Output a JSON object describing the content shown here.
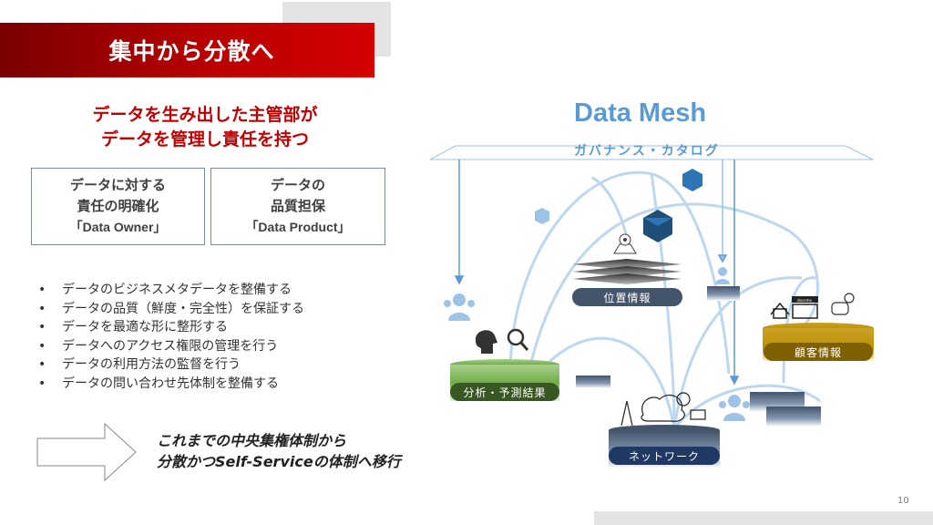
{
  "slide": {
    "title": "集中から分散へ",
    "page_number": "10"
  },
  "left": {
    "lead_line1": "データを生み出した主管部が",
    "lead_line2": "データを管理し責任を持つ",
    "boxes": [
      {
        "line1": "データに対する",
        "line2": "責任の明確化",
        "line3": "「Data Owner」"
      },
      {
        "line1": "データの",
        "line2": "品質担保",
        "line3": "「Data Product」"
      }
    ],
    "bullet_glyph": "•",
    "bullets": [
      "データのビジネスメタデータを整備する",
      "データの品質（鮮度・完全性）を保証する",
      "データを最適な形に整形する",
      "データへのアクセス権限の管理を行う",
      "データの利用方法の監督を行う",
      "データの問い合わせ先体制を整備する"
    ],
    "shift_line1": "これまでの中央集権体制から",
    "shift_line2": "分散かつSelf-Serviceの体制へ移行"
  },
  "diagram": {
    "title": "Data Mesh",
    "governance_label": "ガバナンス・カタログ",
    "domains": {
      "location": "位置情報",
      "analytics": "分析・予測結果",
      "customer": "顧客情報",
      "network": "ネットワーク"
    },
    "store_sign": "docomo",
    "colors": {
      "accent_blue": "#5b9bd5",
      "location": "#44546a",
      "analytics": "#385723",
      "customer": "#7f6000",
      "network": "#1f3864",
      "title_red": "#c00000"
    }
  }
}
